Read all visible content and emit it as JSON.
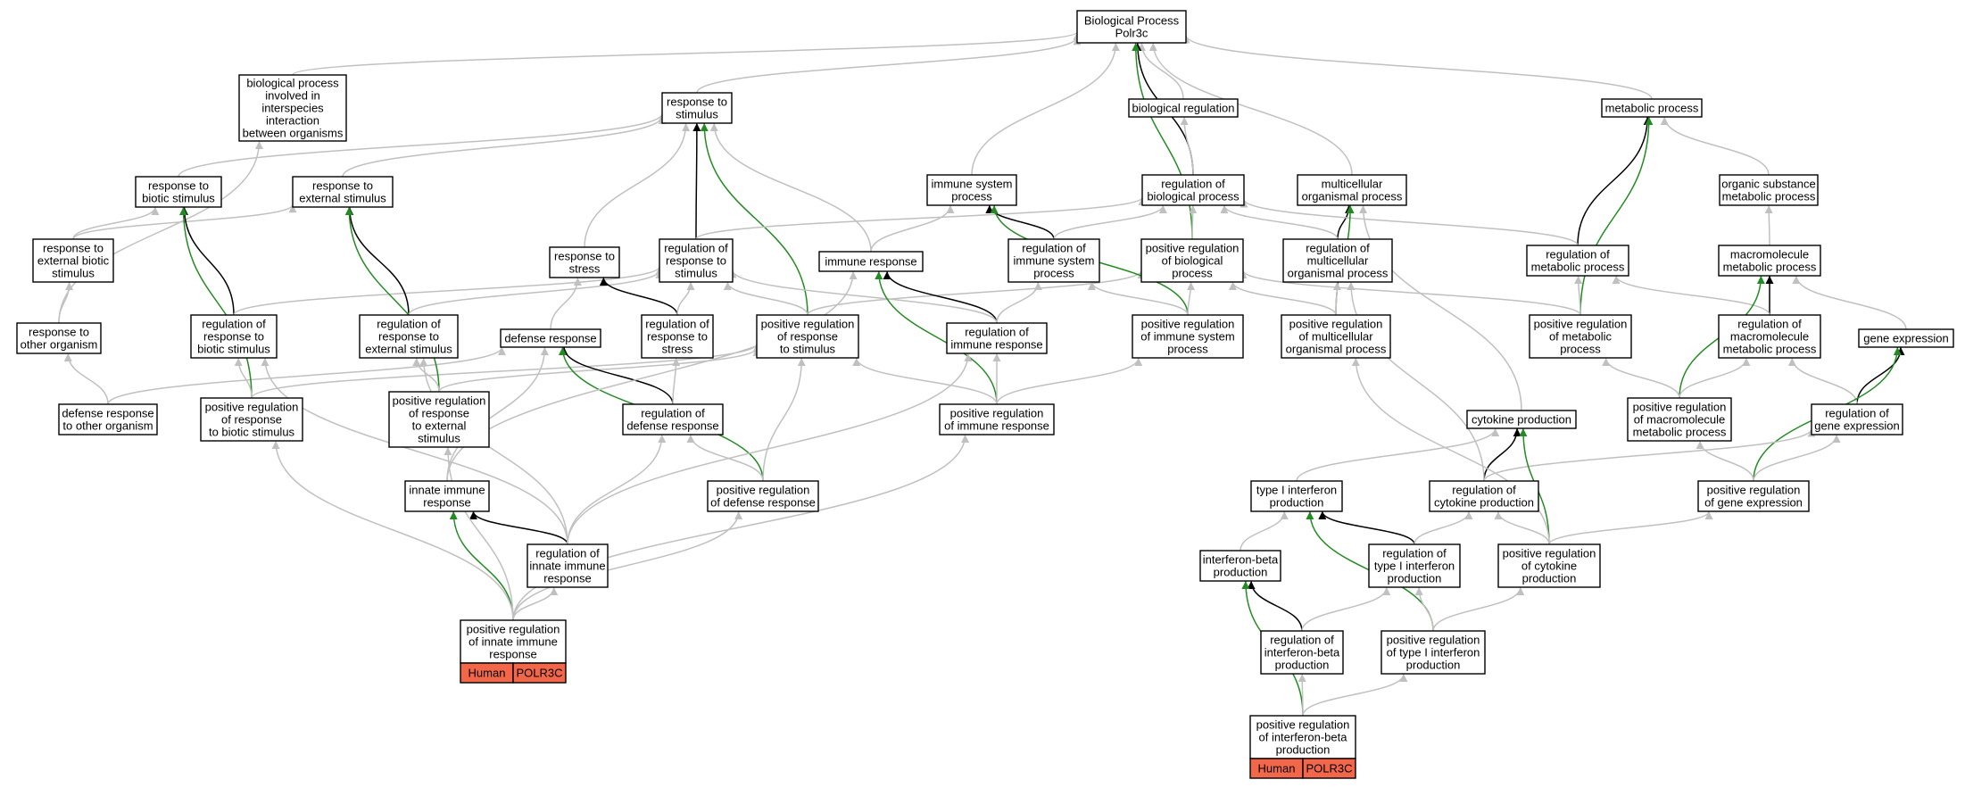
{
  "colors": {
    "is_a": "#c0c0c0",
    "regulates": "#000000",
    "positively_regulates": "#228b22",
    "annotation_tag": "#f26749"
  },
  "nodes": {
    "bp_root": [
      "Biological Process",
      "Polr3c"
    ],
    "bp_interspecies": [
      "biological process",
      "involved in",
      "interspecies",
      "interaction",
      "between organisms"
    ],
    "response_to_stimulus": [
      "response to",
      "stimulus"
    ],
    "biological_regulation": [
      "biological regulation"
    ],
    "metabolic_process": [
      "metabolic process"
    ],
    "response_to_biotic_stimulus": [
      "response to",
      "biotic stimulus"
    ],
    "response_to_external_stimulus": [
      "response to",
      "external stimulus"
    ],
    "immune_system_process": [
      "immune system",
      "process"
    ],
    "regulation_of_biological_process": [
      "regulation of",
      "biological process"
    ],
    "multicellular_organismal_process": [
      "multicellular",
      "organismal process"
    ],
    "organic_substance_metabolic_process": [
      "organic substance",
      "metabolic process"
    ],
    "response_to_external_biotic_stimulus": [
      "response to",
      "external biotic",
      "stimulus"
    ],
    "response_to_stress": [
      "response to",
      "stress"
    ],
    "regulation_of_response_to_stimulus": [
      "regulation of",
      "response to",
      "stimulus"
    ],
    "immune_response": [
      "immune response"
    ],
    "regulation_of_immune_system_process": [
      "regulation of",
      "immune system",
      "process"
    ],
    "positive_regulation_of_biological_process": [
      "positive regulation",
      "of biological",
      "process"
    ],
    "regulation_of_multicellular_organismal_process": [
      "regulation of",
      "multicellular",
      "organismal process"
    ],
    "regulation_of_metabolic_process": [
      "regulation of",
      "metabolic process"
    ],
    "macromolecule_metabolic_process": [
      "macromolecule",
      "metabolic process"
    ],
    "response_to_other_organism": [
      "response to",
      "other organism"
    ],
    "regulation_of_response_to_biotic_stimulus": [
      "regulation of",
      "response to",
      "biotic stimulus"
    ],
    "regulation_of_response_to_external_stimulus": [
      "regulation of",
      "response to",
      "external stimulus"
    ],
    "defense_response": [
      "defense response"
    ],
    "regulation_of_response_to_stress": [
      "regulation of",
      "response to",
      "stress"
    ],
    "positive_regulation_of_response_to_stimulus": [
      "positive regulation",
      "of response",
      "to stimulus"
    ],
    "regulation_of_immune_response": [
      "regulation of",
      "immune response"
    ],
    "positive_regulation_of_immune_system_process": [
      "positive regulation",
      "of immune system",
      "process"
    ],
    "positive_regulation_of_multicellular_organismal_process": [
      "positive regulation",
      "of multicellular",
      "organismal process"
    ],
    "positive_regulation_of_metabolic_process": [
      "positive regulation",
      "of metabolic",
      "process"
    ],
    "regulation_of_macromolecule_metabolic_process": [
      "regulation of",
      "macromolecule",
      "metabolic process"
    ],
    "gene_expression": [
      "gene expression"
    ],
    "defense_response_to_other_organism": [
      "defense response",
      "to other organism"
    ],
    "positive_regulation_of_response_to_biotic_stimulus": [
      "positive regulation",
      "of response",
      "to biotic stimulus"
    ],
    "positive_regulation_of_response_to_external_stimulus": [
      "positive regulation",
      "of response",
      "to external",
      "stimulus"
    ],
    "regulation_of_defense_response": [
      "regulation of",
      "defense response"
    ],
    "positive_regulation_of_immune_response": [
      "positive regulation",
      "of immune response"
    ],
    "cytokine_production": [
      "cytokine production"
    ],
    "positive_regulation_of_macromolecule_metabolic_process": [
      "positive regulation",
      "of macromolecule",
      "metabolic process"
    ],
    "regulation_of_gene_expression": [
      "regulation of",
      "gene expression"
    ],
    "innate_immune_response": [
      "innate immune",
      "response"
    ],
    "positive_regulation_of_defense_response": [
      "positive regulation",
      "of defense response"
    ],
    "type_i_interferon_production": [
      "type I interferon",
      "production"
    ],
    "regulation_of_cytokine_production": [
      "regulation of",
      "cytokine production"
    ],
    "positive_regulation_of_gene_expression": [
      "positive regulation",
      "of gene expression"
    ],
    "regulation_of_innate_immune_response": [
      "regulation of",
      "innate immune",
      "response"
    ],
    "interferon_beta_production": [
      "interferon-beta",
      "production"
    ],
    "regulation_of_type_i_interferon_production": [
      "regulation of",
      "type I interferon",
      "production"
    ],
    "positive_regulation_of_cytokine_production": [
      "positive regulation",
      "of cytokine",
      "production"
    ],
    "positive_regulation_of_innate_immune_response": [
      "positive regulation",
      "of innate immune",
      "response"
    ],
    "regulation_of_interferon_beta_production": [
      "regulation of",
      "interferon-beta",
      "production"
    ],
    "positive_regulation_of_type_i_interferon_production": [
      "positive regulation",
      "of type I interferon",
      "production"
    ],
    "positive_regulation_of_interferon_beta_production": [
      "positive regulation",
      "of interferon-beta",
      "production"
    ]
  },
  "annotations": {
    "positive_regulation_of_innate_immune_response": [
      "Human",
      "POLR3C"
    ],
    "positive_regulation_of_interferon_beta_production": [
      "Human",
      "POLR3C"
    ]
  },
  "edges": [
    [
      "bp_interspecies",
      "bp_root",
      "is_a"
    ],
    [
      "response_to_stimulus",
      "bp_root",
      "is_a"
    ],
    [
      "biological_regulation",
      "bp_root",
      "is_a"
    ],
    [
      "metabolic_process",
      "bp_root",
      "is_a"
    ],
    [
      "immune_system_process",
      "bp_root",
      "is_a"
    ],
    [
      "multicellular_organismal_process",
      "bp_root",
      "is_a"
    ],
    [
      "regulation_of_biological_process",
      "bp_root",
      "regulates"
    ],
    [
      "positive_regulation_of_biological_process",
      "bp_root",
      "positively_regulates"
    ],
    [
      "regulation_of_biological_process",
      "biological_regulation",
      "is_a"
    ],
    [
      "response_to_biotic_stimulus",
      "response_to_stimulus",
      "is_a"
    ],
    [
      "response_to_external_stimulus",
      "response_to_stimulus",
      "is_a"
    ],
    [
      "response_to_stress",
      "response_to_stimulus",
      "is_a"
    ],
    [
      "immune_response",
      "response_to_stimulus",
      "is_a"
    ],
    [
      "regulation_of_response_to_stimulus",
      "response_to_stimulus",
      "regulates"
    ],
    [
      "positive_regulation_of_response_to_stimulus",
      "response_to_stimulus",
      "positively_regulates"
    ],
    [
      "response_to_external_biotic_stimulus",
      "response_to_biotic_stimulus",
      "is_a"
    ],
    [
      "response_to_external_biotic_stimulus",
      "response_to_external_stimulus",
      "is_a"
    ],
    [
      "response_to_other_organism",
      "response_to_external_biotic_stimulus",
      "is_a"
    ],
    [
      "response_to_other_organism",
      "bp_interspecies",
      "is_a"
    ],
    [
      "defense_response_to_other_organism",
      "response_to_other_organism",
      "is_a"
    ],
    [
      "defense_response_to_other_organism",
      "defense_response",
      "is_a"
    ],
    [
      "defense_response",
      "response_to_stress",
      "is_a"
    ],
    [
      "regulation_of_response_to_biotic_stimulus",
      "response_to_biotic_stimulus",
      "regulates"
    ],
    [
      "regulation_of_response_to_biotic_stimulus",
      "regulation_of_response_to_stimulus",
      "is_a"
    ],
    [
      "regulation_of_response_to_external_stimulus",
      "response_to_external_stimulus",
      "regulates"
    ],
    [
      "regulation_of_response_to_external_stimulus",
      "regulation_of_response_to_stimulus",
      "is_a"
    ],
    [
      "regulation_of_response_to_stimulus",
      "regulation_of_biological_process",
      "is_a"
    ],
    [
      "regulation_of_response_to_stress",
      "response_to_stress",
      "regulates"
    ],
    [
      "regulation_of_response_to_stress",
      "regulation_of_response_to_stimulus",
      "is_a"
    ],
    [
      "positive_regulation_of_response_to_stimulus",
      "regulation_of_response_to_stimulus",
      "is_a"
    ],
    [
      "positive_regulation_of_response_to_stimulus",
      "positive_regulation_of_biological_process",
      "is_a"
    ],
    [
      "positive_regulation_of_response_to_biotic_stimulus",
      "response_to_biotic_stimulus",
      "positively_regulates"
    ],
    [
      "positive_regulation_of_response_to_biotic_stimulus",
      "regulation_of_response_to_biotic_stimulus",
      "is_a"
    ],
    [
      "positive_regulation_of_response_to_biotic_stimulus",
      "positive_regulation_of_response_to_stimulus",
      "is_a"
    ],
    [
      "positive_regulation_of_response_to_external_stimulus",
      "response_to_external_stimulus",
      "positively_regulates"
    ],
    [
      "positive_regulation_of_response_to_external_stimulus",
      "regulation_of_response_to_external_stimulus",
      "is_a"
    ],
    [
      "positive_regulation_of_response_to_external_stimulus",
      "positive_regulation_of_response_to_stimulus",
      "is_a"
    ],
    [
      "immune_response",
      "immune_system_process",
      "is_a"
    ],
    [
      "regulation_of_immune_system_process",
      "immune_system_process",
      "regulates"
    ],
    [
      "regulation_of_immune_system_process",
      "regulation_of_biological_process",
      "is_a"
    ],
    [
      "positive_regulation_of_biological_process",
      "regulation_of_biological_process",
      "is_a"
    ],
    [
      "regulation_of_multicellular_organismal_process",
      "multicellular_organismal_process",
      "regulates"
    ],
    [
      "regulation_of_multicellular_organismal_process",
      "regulation_of_biological_process",
      "is_a"
    ],
    [
      "regulation_of_metabolic_process",
      "metabolic_process",
      "regulates"
    ],
    [
      "regulation_of_metabolic_process",
      "regulation_of_biological_process",
      "is_a"
    ],
    [
      "positive_regulation_of_metabolic_process",
      "metabolic_process",
      "positively_regulates"
    ],
    [
      "organic_substance_metabolic_process",
      "metabolic_process",
      "is_a"
    ],
    [
      "macromolecule_metabolic_process",
      "organic_substance_metabolic_process",
      "is_a"
    ],
    [
      "regulation_of_immune_response",
      "immune_response",
      "regulates"
    ],
    [
      "regulation_of_immune_response",
      "regulation_of_response_to_stimulus",
      "is_a"
    ],
    [
      "regulation_of_immune_response",
      "regulation_of_immune_system_process",
      "is_a"
    ],
    [
      "positive_regulation_of_immune_system_process",
      "immune_system_process",
      "positively_regulates"
    ],
    [
      "positive_regulation_of_immune_system_process",
      "regulation_of_immune_system_process",
      "is_a"
    ],
    [
      "positive_regulation_of_immune_system_process",
      "positive_regulation_of_biological_process",
      "is_a"
    ],
    [
      "positive_regulation_of_multicellular_organismal_process",
      "multicellular_organismal_process",
      "positively_regulates"
    ],
    [
      "positive_regulation_of_multicellular_organismal_process",
      "regulation_of_multicellular_organismal_process",
      "is_a"
    ],
    [
      "positive_regulation_of_multicellular_organismal_process",
      "positive_regulation_of_biological_process",
      "is_a"
    ],
    [
      "positive_regulation_of_metabolic_process",
      "regulation_of_metabolic_process",
      "is_a"
    ],
    [
      "positive_regulation_of_metabolic_process",
      "positive_regulation_of_biological_process",
      "is_a"
    ],
    [
      "regulation_of_macromolecule_metabolic_process",
      "macromolecule_metabolic_process",
      "regulates"
    ],
    [
      "regulation_of_macromolecule_metabolic_process",
      "regulation_of_metabolic_process",
      "is_a"
    ],
    [
      "gene_expression",
      "macromolecule_metabolic_process",
      "is_a"
    ],
    [
      "positive_regulation_of_macromolecule_metabolic_process",
      "macromolecule_metabolic_process",
      "positively_regulates"
    ],
    [
      "positive_regulation_of_macromolecule_metabolic_process",
      "regulation_of_macromolecule_metabolic_process",
      "is_a"
    ],
    [
      "positive_regulation_of_macromolecule_metabolic_process",
      "positive_regulation_of_metabolic_process",
      "is_a"
    ],
    [
      "regulation_of_gene_expression",
      "gene_expression",
      "regulates"
    ],
    [
      "regulation_of_gene_expression",
      "regulation_of_macromolecule_metabolic_process",
      "is_a"
    ],
    [
      "positive_regulation_of_gene_expression",
      "gene_expression",
      "positively_regulates"
    ],
    [
      "positive_regulation_of_gene_expression",
      "regulation_of_gene_expression",
      "is_a"
    ],
    [
      "positive_regulation_of_gene_expression",
      "positive_regulation_of_macromolecule_metabolic_process",
      "is_a"
    ],
    [
      "regulation_of_defense_response",
      "defense_response",
      "regulates"
    ],
    [
      "regulation_of_defense_response",
      "regulation_of_response_to_stress",
      "is_a"
    ],
    [
      "positive_regulation_of_defense_response",
      "defense_response",
      "positively_regulates"
    ],
    [
      "positive_regulation_of_defense_response",
      "regulation_of_defense_response",
      "is_a"
    ],
    [
      "positive_regulation_of_defense_response",
      "positive_regulation_of_response_to_stimulus",
      "is_a"
    ],
    [
      "positive_regulation_of_immune_response",
      "immune_response",
      "positively_regulates"
    ],
    [
      "positive_regulation_of_immune_response",
      "regulation_of_immune_response",
      "is_a"
    ],
    [
      "positive_regulation_of_immune_response",
      "positive_regulation_of_immune_system_process",
      "is_a"
    ],
    [
      "positive_regulation_of_immune_response",
      "positive_regulation_of_response_to_stimulus",
      "is_a"
    ],
    [
      "innate_immune_response",
      "defense_response",
      "is_a"
    ],
    [
      "innate_immune_response",
      "immune_response",
      "is_a"
    ],
    [
      "regulation_of_innate_immune_response",
      "innate_immune_response",
      "regulates"
    ],
    [
      "regulation_of_innate_immune_response",
      "regulation_of_defense_response",
      "is_a"
    ],
    [
      "regulation_of_innate_immune_response",
      "regulation_of_immune_response",
      "is_a"
    ],
    [
      "regulation_of_innate_immune_response",
      "regulation_of_response_to_biotic_stimulus",
      "is_a"
    ],
    [
      "regulation_of_innate_immune_response",
      "regulation_of_response_to_external_stimulus",
      "is_a"
    ],
    [
      "positive_regulation_of_innate_immune_response",
      "innate_immune_response",
      "positively_regulates"
    ],
    [
      "positive_regulation_of_innate_immune_response",
      "regulation_of_innate_immune_response",
      "is_a"
    ],
    [
      "positive_regulation_of_innate_immune_response",
      "positive_regulation_of_defense_response",
      "is_a"
    ],
    [
      "positive_regulation_of_innate_immune_response",
      "positive_regulation_of_immune_response",
      "is_a"
    ],
    [
      "positive_regulation_of_innate_immune_response",
      "positive_regulation_of_response_to_biotic_stimulus",
      "is_a"
    ],
    [
      "positive_regulation_of_innate_immune_response",
      "positive_regulation_of_response_to_external_stimulus",
      "is_a"
    ],
    [
      "cytokine_production",
      "multicellular_organismal_process",
      "is_a"
    ],
    [
      "type_i_interferon_production",
      "cytokine_production",
      "is_a"
    ],
    [
      "interferon_beta_production",
      "type_i_interferon_production",
      "is_a"
    ],
    [
      "regulation_of_cytokine_production",
      "cytokine_production",
      "regulates"
    ],
    [
      "regulation_of_cytokine_production",
      "regulation_of_multicellular_organismal_process",
      "is_a"
    ],
    [
      "regulation_of_cytokine_production",
      "regulation_of_gene_expression",
      "is_a"
    ],
    [
      "positive_regulation_of_cytokine_production",
      "cytokine_production",
      "positively_regulates"
    ],
    [
      "positive_regulation_of_cytokine_production",
      "regulation_of_cytokine_production",
      "is_a"
    ],
    [
      "positive_regulation_of_cytokine_production",
      "positive_regulation_of_multicellular_organismal_process",
      "is_a"
    ],
    [
      "positive_regulation_of_cytokine_production",
      "positive_regulation_of_gene_expression",
      "is_a"
    ],
    [
      "regulation_of_type_i_interferon_production",
      "type_i_interferon_production",
      "regulates"
    ],
    [
      "regulation_of_type_i_interferon_production",
      "regulation_of_cytokine_production",
      "is_a"
    ],
    [
      "positive_regulation_of_type_i_interferon_production",
      "type_i_interferon_production",
      "positively_regulates"
    ],
    [
      "positive_regulation_of_type_i_interferon_production",
      "regulation_of_type_i_interferon_production",
      "is_a"
    ],
    [
      "positive_regulation_of_type_i_interferon_production",
      "positive_regulation_of_cytokine_production",
      "is_a"
    ],
    [
      "regulation_of_interferon_beta_production",
      "interferon_beta_production",
      "regulates"
    ],
    [
      "regulation_of_interferon_beta_production",
      "regulation_of_type_i_interferon_production",
      "is_a"
    ],
    [
      "positive_regulation_of_interferon_beta_production",
      "interferon_beta_production",
      "positively_regulates"
    ],
    [
      "positive_regulation_of_interferon_beta_production",
      "regulation_of_interferon_beta_production",
      "is_a"
    ],
    [
      "positive_regulation_of_interferon_beta_production",
      "positive_regulation_of_type_i_interferon_production",
      "is_a"
    ]
  ]
}
